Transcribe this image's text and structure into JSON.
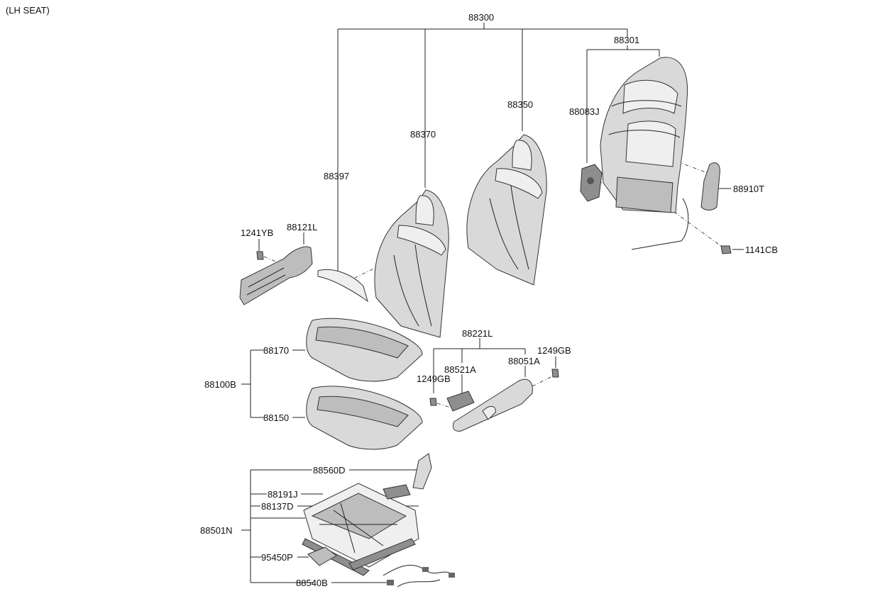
{
  "header": {
    "title": "(LH SEAT)"
  },
  "labels": {
    "l88300": "88300",
    "l88301": "88301",
    "l88350": "88350",
    "l88370": "88370",
    "l88397": "88397",
    "l88083J": "88083J",
    "l88910T": "88910T",
    "l1141CB": "1141CB",
    "l1241YB": "1241YB",
    "l88121L": "88121L",
    "l88221L": "88221L",
    "l1249GB_a": "1249GB",
    "l1249GB_b": "1249GB",
    "l88521A": "88521A",
    "l88051A": "88051A",
    "l88170": "88170",
    "l88100B": "88100B",
    "l88150": "88150",
    "l88560D": "88560D",
    "l88191J": "88191J",
    "l88137D": "88137D",
    "l88501N": "88501N",
    "l95450P": "95450P",
    "l88540B": "88540B"
  }
}
